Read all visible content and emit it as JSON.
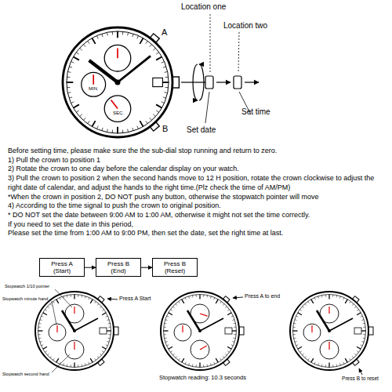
{
  "diagram": {
    "nodes": [
      {
        "text": [
          "Press A (Start)"
        ]
      },
      {
        "text": [
          "Press B (End)"
        ]
      },
      {
        "text": [
          "Press B (Reset)"
        ]
      }
    ],
    "edges": [
      {
        "from": 0,
        "to": 1,
        "arrow": "to"
      },
      {
        "from": 1,
        "to": 2,
        "arrow": "to"
      }
    ],
    "labels": [
      "Location one",
      "Location two",
      "A",
      "B",
      "Set date",
      "Set time",
      "MIN",
      "SEC.",
      "Before setting time, please make sure the the sub-dial stop running and return to zero.",
      "1) Pull the crown to position 1",
      "2) Rotate the crown to one day before the calendar display on your watch.",
      "3) Pull the crown to position 2 when the second hands move to 12 H position, rotate the crown clockwise to adjust the right date of calendar, and adjust the hands to the right time.(Plz check the time of AM/PM)",
      "*When the crown in position 2, DO NOT push any button, otherwise the stopwatch pointer will move",
      "4) According to the time signal to push the crown to original position.",
      "* DO NOT set the date between 9:00 AM to 1:00 AM, otherwise it might not set the time correctly.",
      "If you need to set the date in this period,",
      "Please set the time from 1:00 AM to 9:00 PM, then set the date, set the right time at last.",
      "Stopwatch 1/10 pointer",
      "Stopwatch minute hand",
      "Stopwatch second hand",
      "Press A Start",
      "Press A to end",
      "Press B to reset",
      "Stopwatch reading: 10.3 seconds"
    ]
  }
}
